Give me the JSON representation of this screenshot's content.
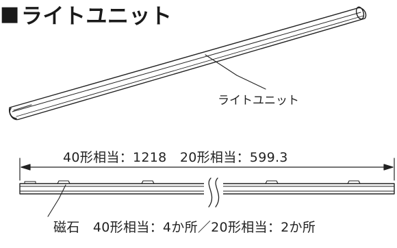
{
  "title": {
    "marker": "■",
    "text": "ライトユニット"
  },
  "callouts": {
    "light_unit": "ライトユニット",
    "length": "40形相当：1218　20形相当：599.3",
    "magnet": "磁石　40形相当：4か所／20形相当：2か所"
  }
}
